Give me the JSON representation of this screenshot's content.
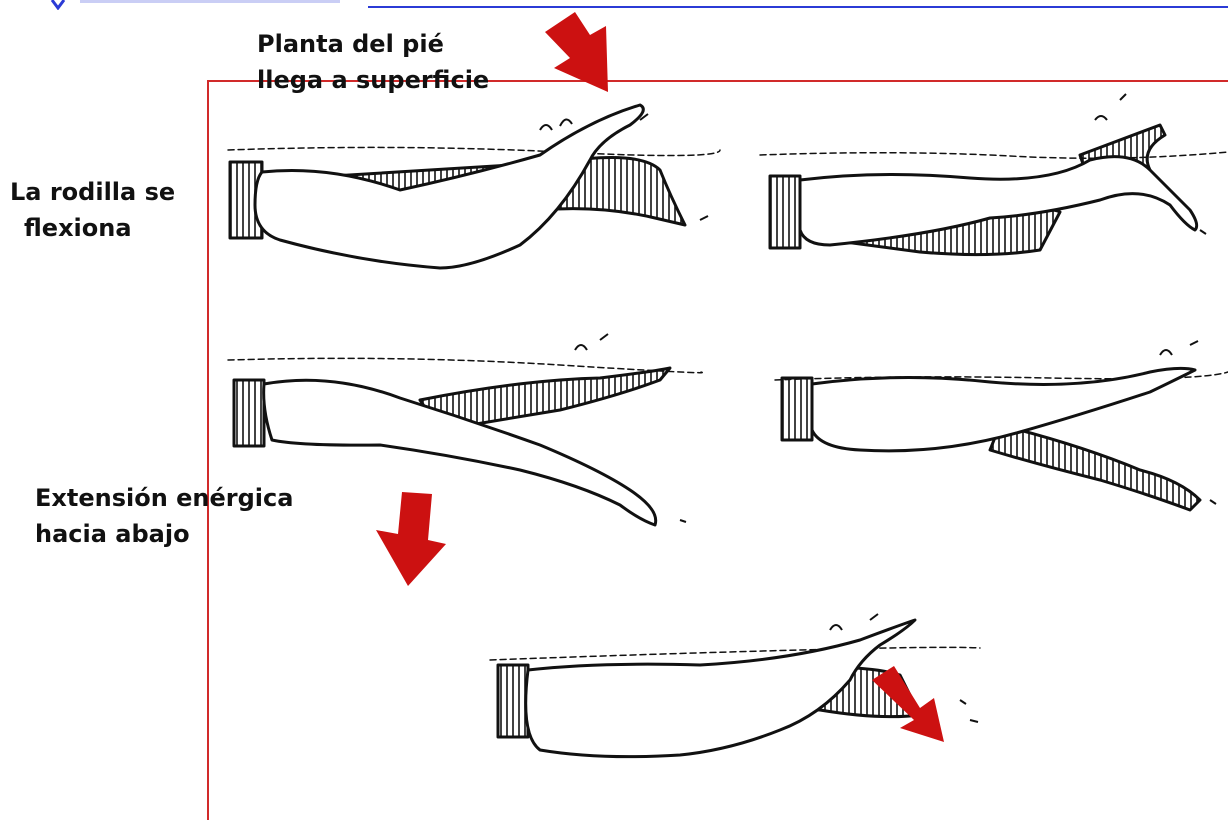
{
  "labels": {
    "planta": [
      "Planta del pié",
      "llega a superficie"
    ],
    "rodilla": [
      "La rodilla se",
      "flexiona"
    ],
    "extension": [
      "Extensión enérgica",
      "hacia abajo"
    ]
  },
  "colors": {
    "frame": "#d12a2a",
    "arrow": "#cc1111",
    "topline": "#2b3bd6",
    "ink": "#111111"
  },
  "figures": [
    "kick-phase-1",
    "kick-phase-2",
    "kick-phase-3",
    "kick-phase-4",
    "kick-phase-5"
  ]
}
